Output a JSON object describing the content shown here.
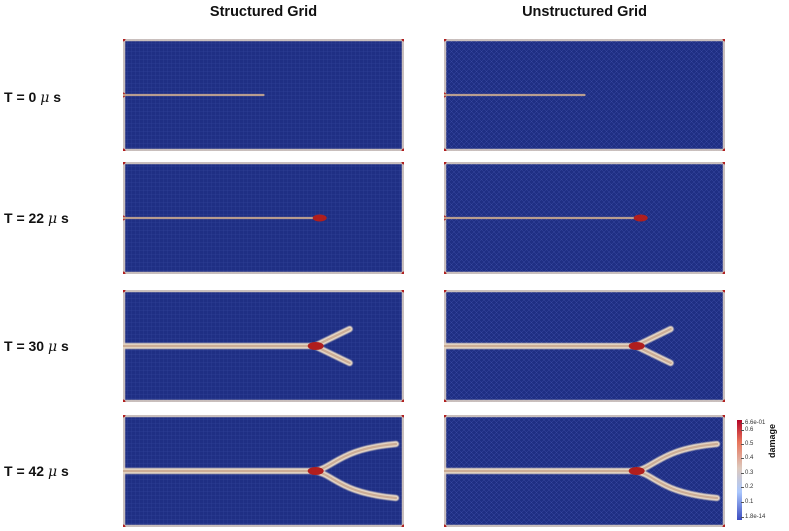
{
  "columns": {
    "structured": "Structured Grid",
    "unstructured": "Unstructured Grid"
  },
  "rows": [
    {
      "label_prefix": "T = ",
      "value": "0",
      "mu": "μ",
      "unit": " s",
      "crack_length": 0.5,
      "branch": 0
    },
    {
      "label_prefix": "T = ",
      "value": "22",
      "mu": "μ",
      "unit": " s",
      "crack_length": 0.7,
      "branch": 0
    },
    {
      "label_prefix": "T = ",
      "value": "30",
      "mu": "μ",
      "unit": " s",
      "crack_length": 0.7,
      "branch": 1
    },
    {
      "label_prefix": "T = ",
      "value": "42",
      "mu": "μ",
      "unit": " s",
      "crack_length": 0.7,
      "branch": 2
    }
  ],
  "colorbar": {
    "title": "damage",
    "max_label": "6.6e-01",
    "min_label": "1.8e-14",
    "ticks": [
      "0.6",
      "0.5",
      "0.4",
      "0.3",
      "0.2",
      "0.1"
    ],
    "colors": {
      "low": "#3b4cc0",
      "mid": "#dddddd",
      "high": "#b40426"
    }
  },
  "colors": {
    "field": "#1f2f84",
    "crack_core": "#b01e1e",
    "crack_halo": "#e6d7c5"
  }
}
